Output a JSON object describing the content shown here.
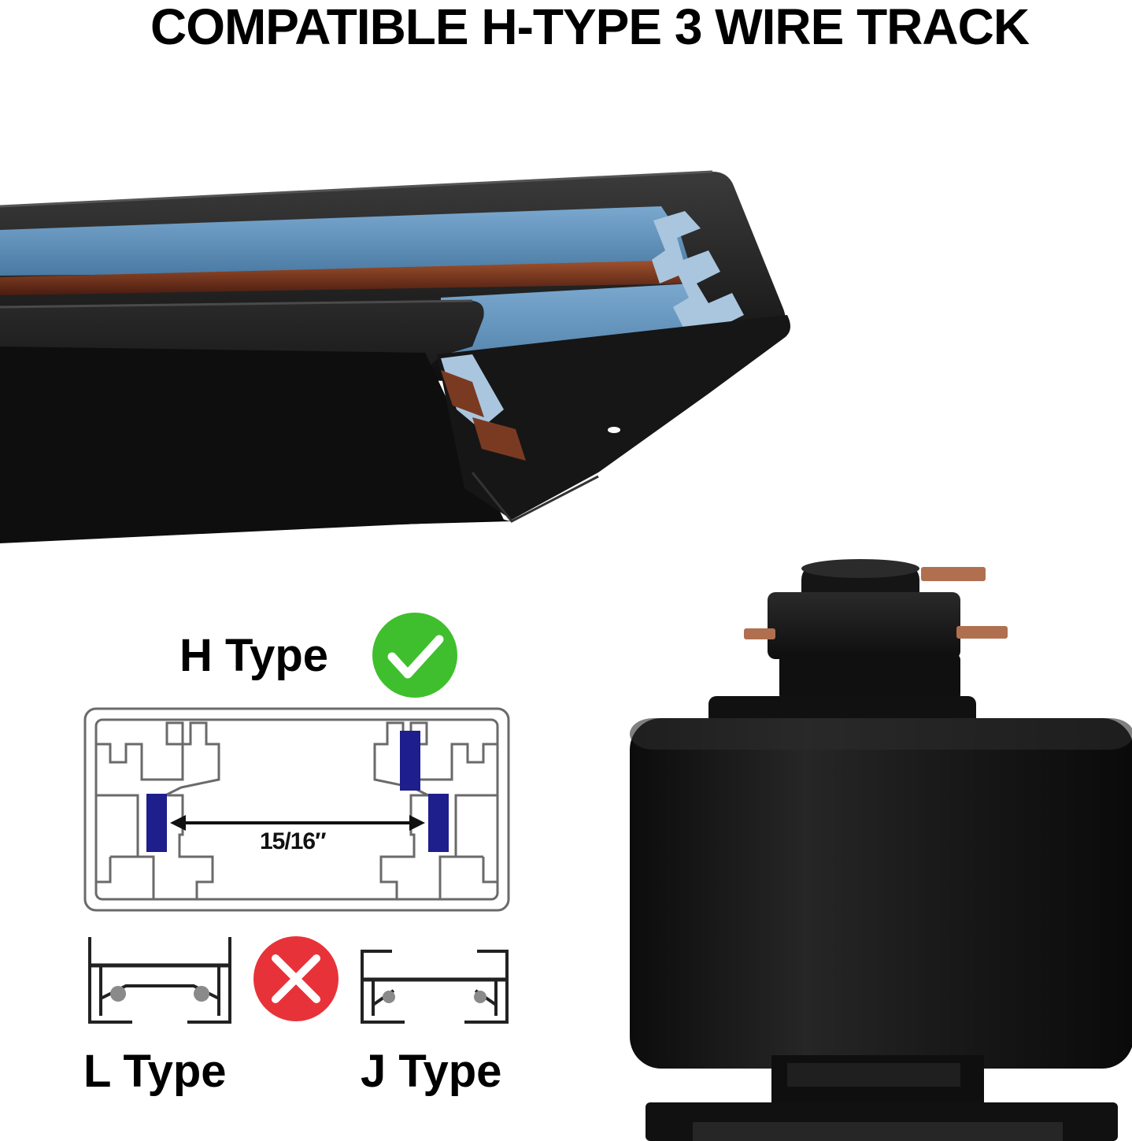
{
  "headline": "COMPATIBLE H-TYPE 3 WIRE TRACK",
  "h_type": {
    "label": "H Type",
    "dimension": "15/16″",
    "badge_icon": "check-icon",
    "badge_color": "#3fbf2d"
  },
  "l_type": {
    "label": "L Type"
  },
  "j_type": {
    "label": "J Type"
  },
  "incompatible_icon": "cross-icon",
  "incompatible_color": "#e8323a",
  "colors": {
    "track_insulator": "#5e8fb8",
    "track_body": "#141414",
    "conductor": "#8a3c20",
    "contact_marker": "#1e1e8c"
  }
}
